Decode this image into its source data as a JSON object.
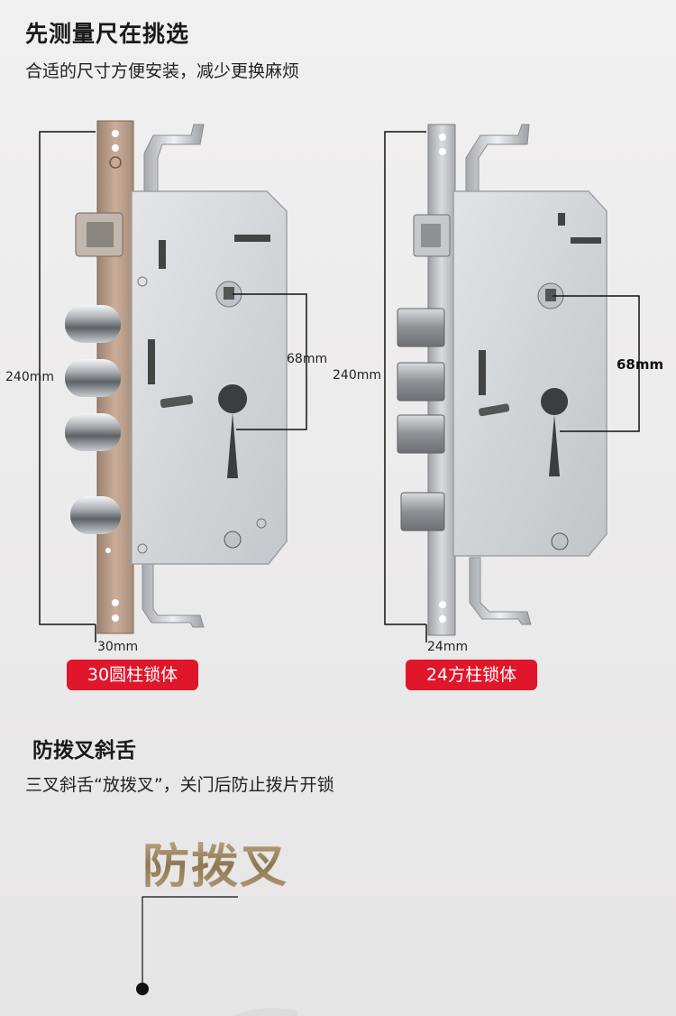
{
  "section1": {
    "title": "先测量尺在挑选",
    "subtitle": "合适的尺寸方便安装，减少更换麻烦"
  },
  "lock_left": {
    "height_label": "240mm",
    "spacing_label": "68mm",
    "width_label": "30mm",
    "badge": "30圆柱锁体"
  },
  "lock_right": {
    "height_label": "240mm",
    "spacing_label": "68mm",
    "width_label": "24mm",
    "badge": "24方柱锁体"
  },
  "section2": {
    "title": "防拨叉斜舌",
    "subtitle": "三叉斜舌“放拨叉”，关门后防止拨片开锁",
    "feature_label": "防拨叉"
  },
  "colors": {
    "badge_red": "#e0162b",
    "gold_text": "#a8916a",
    "plate_bronze": "#b79a84",
    "plate_steel": "#c8c9cb",
    "body_silver": "#d3d6da"
  }
}
